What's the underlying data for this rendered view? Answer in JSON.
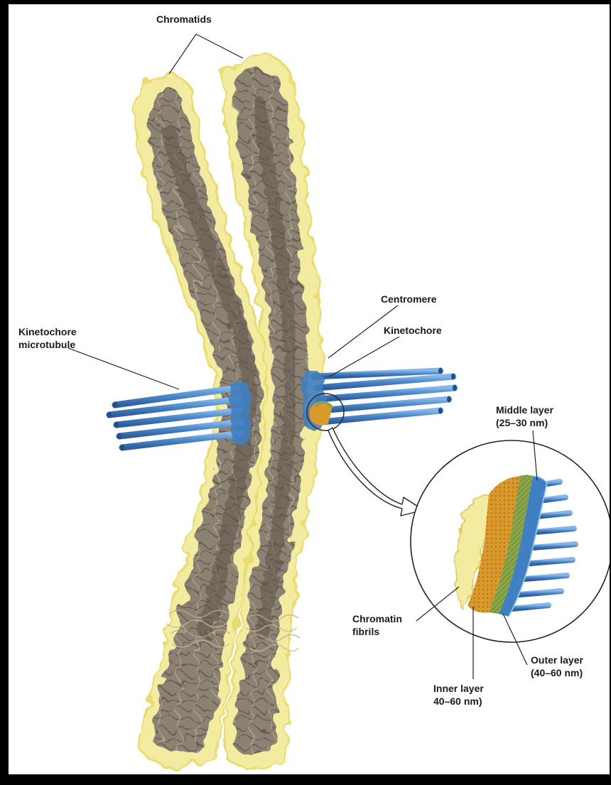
{
  "labels": {
    "chromatids": "Chromatids",
    "centromere": "Centromere",
    "kinetochore": "Kinetochore",
    "kinetochore_microtubule_line1": "Kinetochore",
    "kinetochore_microtubule_line2": "microtubule",
    "middle_layer_line1": "Middle layer",
    "middle_layer_line2": "(25–30 nm)",
    "chromatin_fibrils_line1": "Chromatin",
    "chromatin_fibrils_line2": "fibrils",
    "outer_layer_line1": "Outer layer",
    "outer_layer_line2": "(40–60 nm)",
    "inner_layer_line1": "Inner layer",
    "inner_layer_line2": "40–60 nm)"
  },
  "colors": {
    "background": "#000000",
    "panel": "#ffffff",
    "chromatin_fuzz": "#f3eca0",
    "chromatin_body": "#8c8273",
    "chromatin_core": "#5e5348",
    "microtubule": "#4a86c8",
    "microtubule_tip": "#1f4f8c",
    "inner_layer": "#d99a2b",
    "middle_layer": "#8aa64a",
    "outer_layer": "#3f7fc2",
    "label_text": "#1a1a1a"
  }
}
